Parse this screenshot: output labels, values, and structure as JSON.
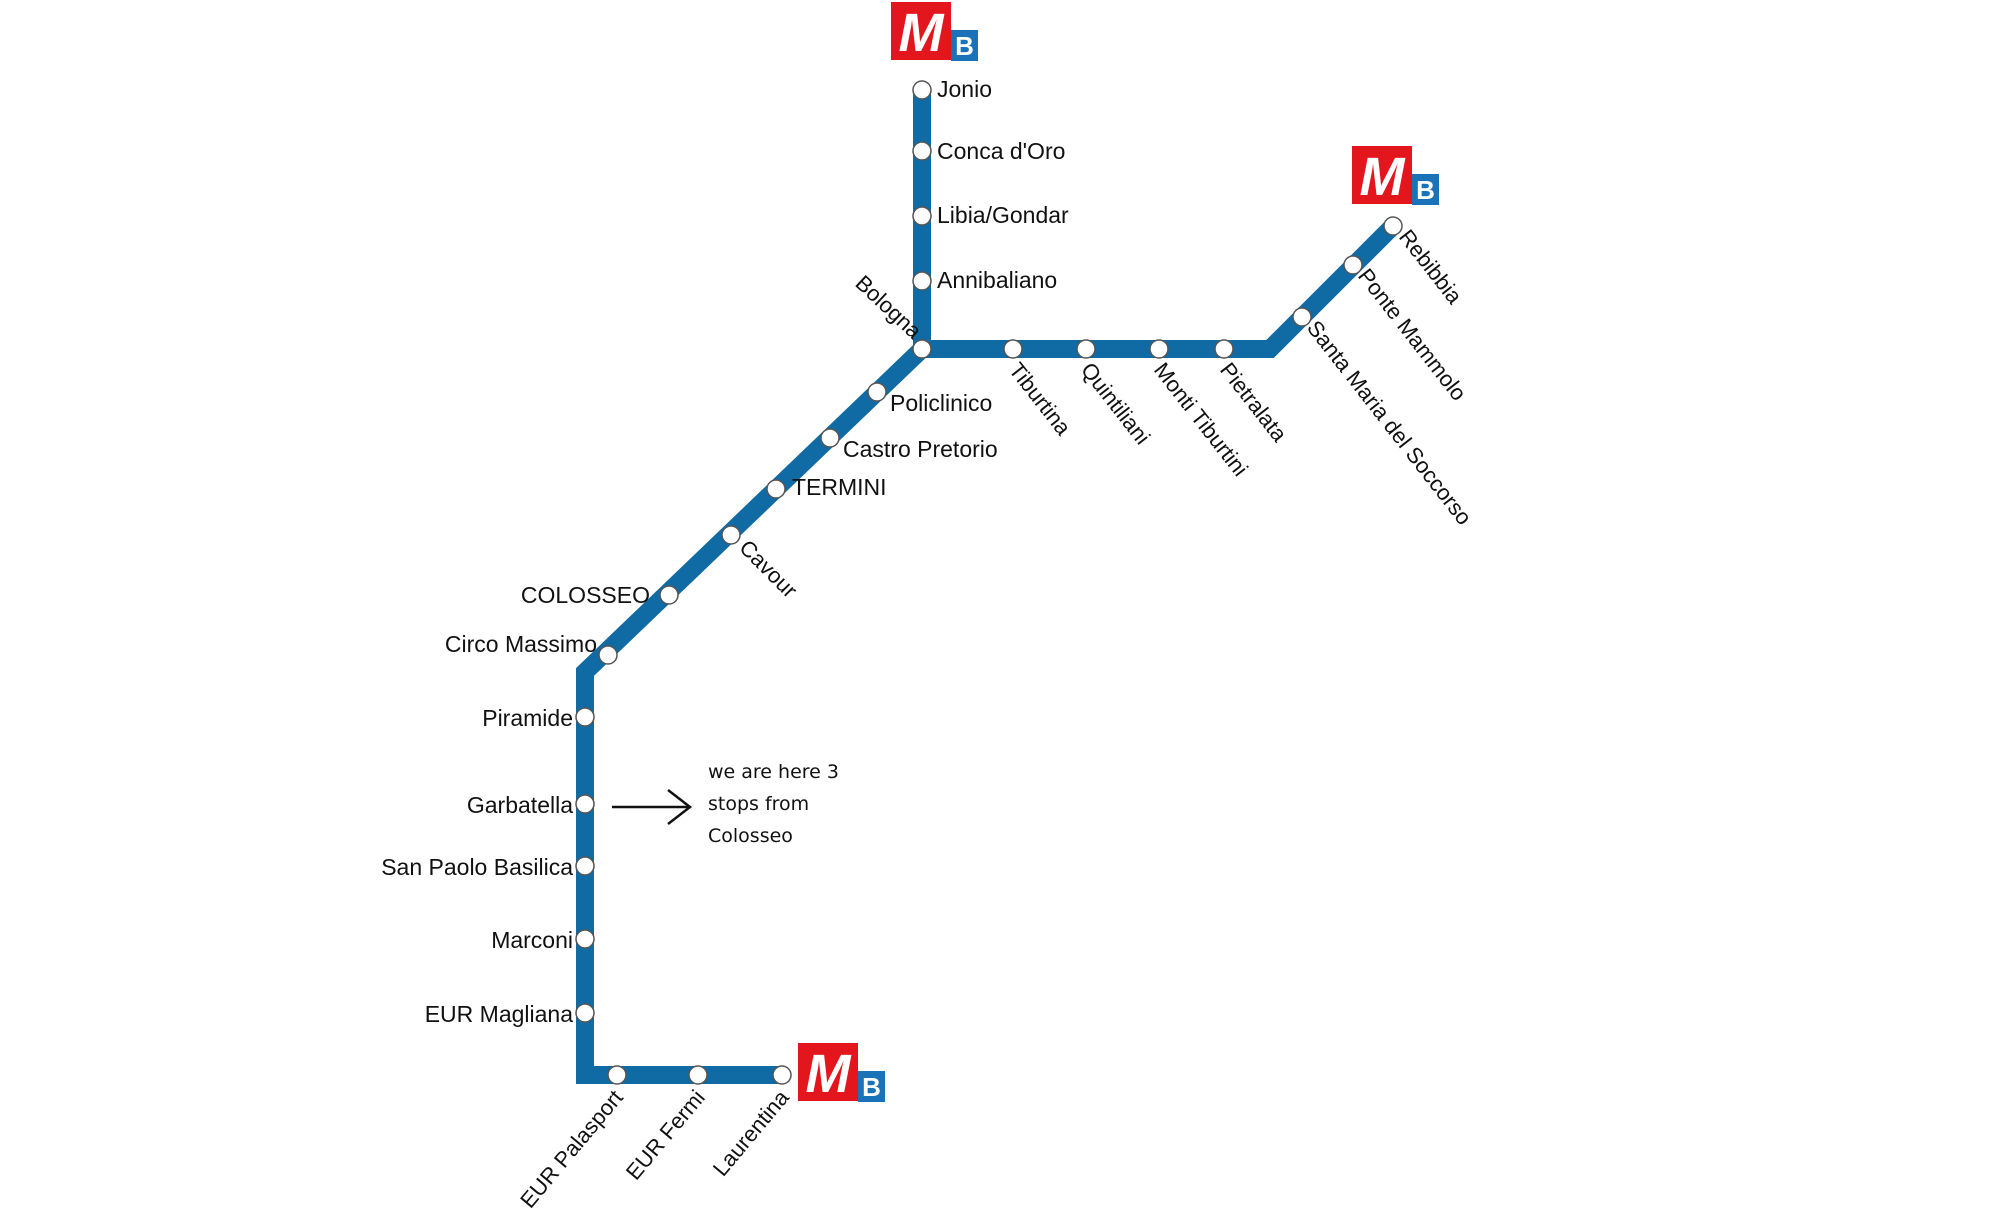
{
  "line": {
    "color": "#106aa4",
    "badge": {
      "letter": "M",
      "line_letter": "B",
      "m_color": "#e3161d",
      "b_color": "#1a73b8"
    }
  },
  "stations": {
    "jonio": "Jonio",
    "conca_doro": "Conca d'Oro",
    "libia_gondar": "Libia/Gondar",
    "annibaliano": "Annibaliano",
    "bologna": "Bologna",
    "tiburtina": "Tiburtina",
    "quintiliani": "Quintiliani",
    "monti_tiburtini": "Monti Tiburtini",
    "pietralata": "Pietralata",
    "santa_maria_del_soccorso": "Santa Maria del Soccorso",
    "ponte_mammolo": "Ponte Mammolo",
    "rebibbia": "Rebibbia",
    "policlinico": "Policlinico",
    "castro_pretorio": "Castro Pretorio",
    "termini": "TERMINI",
    "cavour": "Cavour",
    "colosseo": "COLOSSEO",
    "circo_massimo": "Circo Massimo",
    "piramide": "Piramide",
    "garbatella": "Garbatella",
    "san_paolo_basilica": "San Paolo Basilica",
    "marconi": "Marconi",
    "eur_magliana": "EUR Magliana",
    "eur_palasport": "EUR Palasport",
    "eur_fermi": "EUR Fermi",
    "laurentina": "Laurentina"
  },
  "annotation": {
    "lines": [
      "we are here 3",
      "stops from",
      "Colosseo"
    ],
    "icon": "arrow-right-icon"
  }
}
